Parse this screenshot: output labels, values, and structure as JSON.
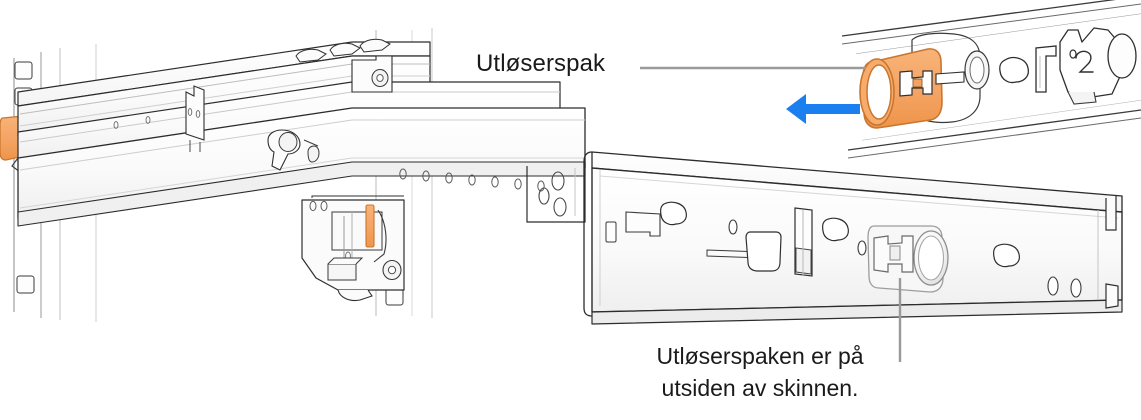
{
  "illustration": {
    "kind": "technical-line-drawing",
    "subject": "Rack slide rail assembly with release lever",
    "language": "nb-NO"
  },
  "labels": {
    "release_lever": "Utløserspak"
  },
  "caption": {
    "line1": "Utløserspaken er på",
    "line2": "utsiden av skinnen."
  },
  "colors": {
    "highlight_orange": "#F4A261",
    "highlight_orange_stroke": "#C9762F",
    "arrow_blue": "#1C7FF0",
    "leader_gray": "#9a9a9a",
    "line_ink": "#1f1f1f",
    "fill_light": "#fbfbfb",
    "fill_shade": "#f1f1f1",
    "glow": "#eaeaea",
    "background": "#ffffff"
  },
  "parts": {
    "rack_post_left": "rack-post-left",
    "rack_post_right": "rack-post-right",
    "slide_rail_main": "slide-rail-main",
    "inner_rail_detached": "inner-rail-detached",
    "detail_inset": "detail-inset-top-right",
    "release_lever_orange": "release-lever-highlight",
    "release_latch_tab": "release-latch-tab-orange",
    "rack_tab_orange": "rack-mount-tab-orange"
  },
  "annotations": {
    "arrow_direction": "left",
    "leader_from_label_to": "detail-inset-top-right",
    "leader_from_caption_to": "release-lever-on-outer-face"
  }
}
